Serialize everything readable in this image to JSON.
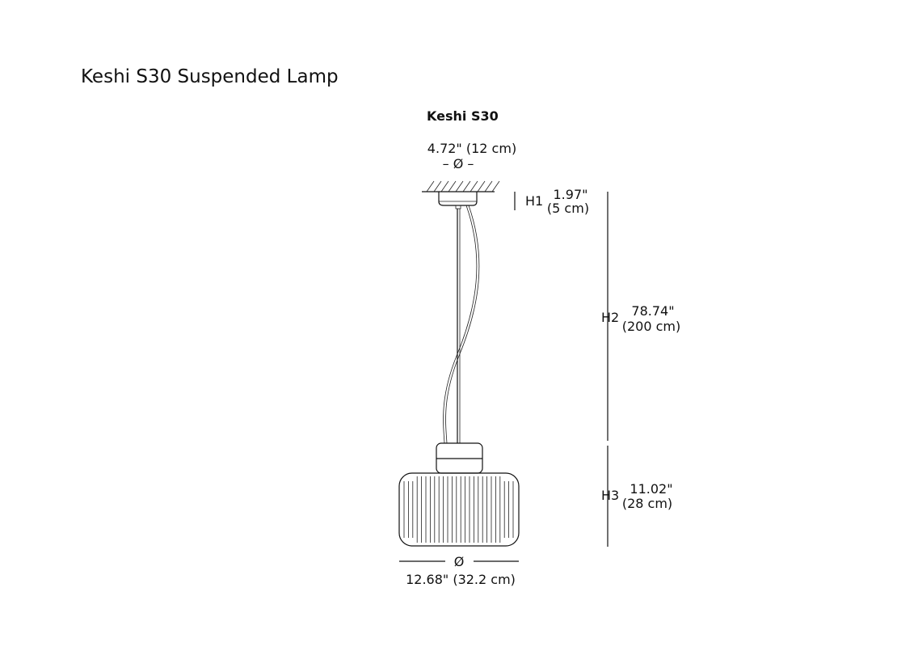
{
  "page_title": "Keshi S30 Suspended Lamp",
  "model_label": "Keshi S30",
  "canopy_diameter": {
    "symbol": "– Ø –",
    "value": "4.72\" (12 cm)"
  },
  "shade_diameter": {
    "symbol": "Ø",
    "value": "12.68\" (32.2 cm)"
  },
  "dimensions": [
    {
      "label": "H1",
      "inches": "1.97\"",
      "cm": "(5 cm)"
    },
    {
      "label": "H2",
      "inches": "78.74\"",
      "cm": "(200 cm)"
    },
    {
      "label": "H3",
      "inches": "11.02\"",
      "cm": "(28 cm)"
    }
  ]
}
